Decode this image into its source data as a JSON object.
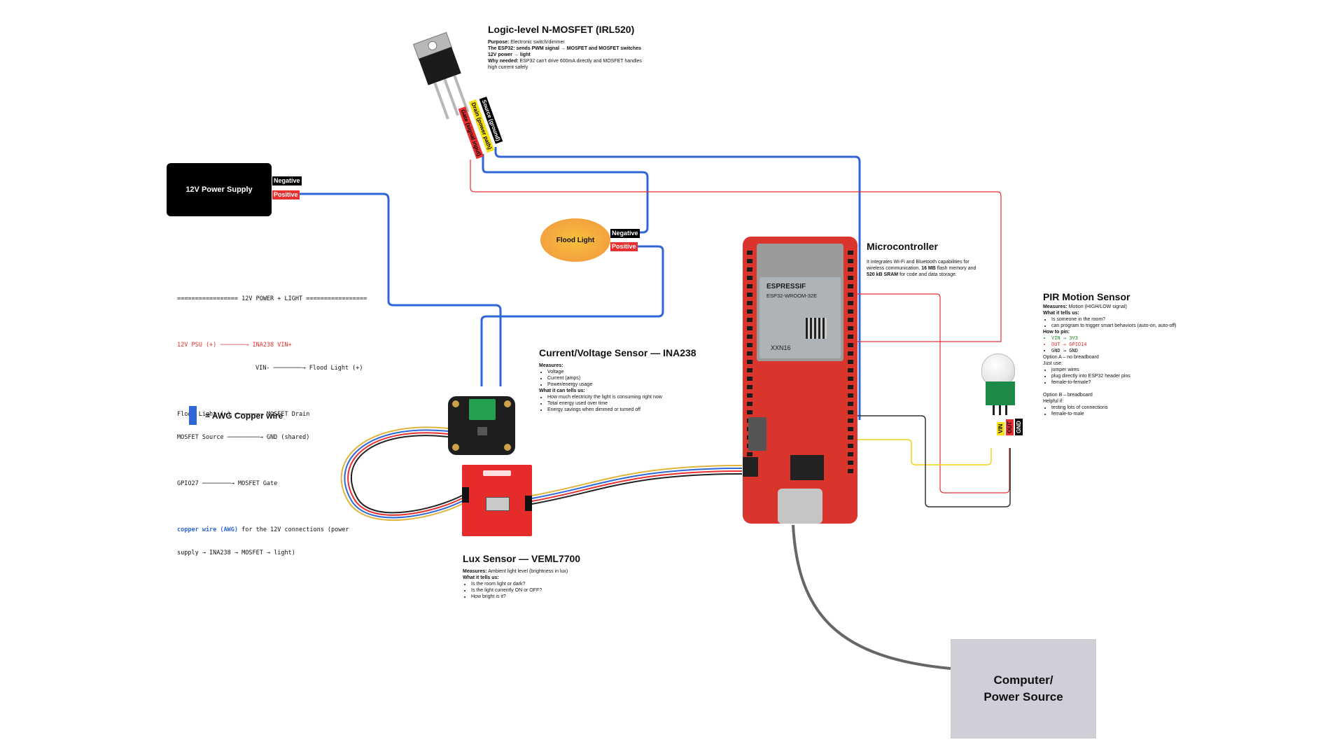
{
  "mosfet": {
    "title": "Logic-level N-MOSFET (IRL520)",
    "purpose_label": "Purpose:",
    "purpose": "Electronic switch/dimmer",
    "line2": "The ESP32: sends PWM signal → MOSFET and MOSFET switches 12V power → light",
    "why_label": "Why needed:",
    "why": "ESP32 can't drive 600mA directly and MOSFET handles high current safely",
    "pin_gate": "Gate (signal input)",
    "pin_drain": "Drain (power path)",
    "pin_source": "Source (ground)"
  },
  "psu": {
    "label": "12V Power Supply",
    "neg": "Negative",
    "pos": "Positive"
  },
  "flood": {
    "label": "Flood Light",
    "neg": "Negative",
    "pos": "Positive"
  },
  "notes": {
    "header": "================= 12V POWER + LIGHT =================",
    "l1a": "12V PSU (+) ───────→ INA238 VIN+",
    "l1b": "VIN- ────────→ Flood Light (+)",
    "l2a": "Flood Light (−) ───────→ MOSFET Drain",
    "l2b": "MOSFET Source ─────────→ GND (shared)",
    "l3": "GPIO27 ────────→ MOSFET Gate",
    "l4a": "copper wire (AWG)",
    "l4b": " for the 12V connections (power",
    "l4c": "supply → INA238 → MOSFET → light)",
    "legend": "= AWG Copper wire"
  },
  "ina": {
    "title": "Current/Voltage Sensor — INA238",
    "measures_label": "Measures:",
    "measures": [
      "Voltage",
      "Current (amps)",
      "Power/energy usage"
    ],
    "tells_label": "What it can tells us:",
    "tells": [
      "How much electricity the light is consuming right now",
      "Total energy used over time",
      "Energy savings when dimmed or turned off"
    ]
  },
  "lux": {
    "title": "Lux Sensor — VEML7700",
    "measures_label": "Measures:",
    "measures": "Ambient light level (brightness in lux)",
    "tells_label": "What it tells us:",
    "tells": [
      "Is the room light or dark?",
      "Is the light currently ON or OFF?",
      "How bright is it?"
    ]
  },
  "mcu": {
    "title": "Microcontroller",
    "desc_a": "It integrates Wi-Fi and Bluetooth capabilities for wireless communication. ",
    "flash": "16 MB",
    "desc_b": " flash memory and ",
    "sram": "520 kB SRAM",
    "desc_c": " for code and data storage.",
    "chip_brand": "ESPRESSIF",
    "chip_model": "ESP32-WROOM-32E",
    "chip_code": "XXN16"
  },
  "pir": {
    "title": "PIR Motion Sensor",
    "measures_label": "Measures:",
    "measures": "Motion (HIGH/LOW signal)",
    "tells_label": "What it tells us:",
    "tells": [
      "Is someone in the room?",
      "can program to trigger smart behaviors (auto-on, auto-off)"
    ],
    "howto_label": "How to pin:",
    "pin1": "VIN → 3V3",
    "pin2": "OUT → GPIO14",
    "pin3": "GND → GND",
    "optA": "Option A – no breadboard",
    "justuse": "Just use:",
    "optA_items": [
      "jumper wires",
      "plug directly into ESP32 header pins",
      "female-to-female?"
    ],
    "optB": "Option B – breadboard",
    "helpful": "Helpful if:",
    "optB_items": [
      "testing lots of connections",
      "female-to-male"
    ],
    "lab_vin": "VIN",
    "lab_out": "OUT",
    "lab_gnd": "GND"
  },
  "computer": {
    "line1": "Computer/",
    "line2": "Power Source"
  },
  "colors": {
    "awg_wire": "#2f67d8",
    "red_wire": "#e83030",
    "yellow_wire": "#f2d21b",
    "black_wire": "#333333",
    "board_red": "#d9352c"
  }
}
